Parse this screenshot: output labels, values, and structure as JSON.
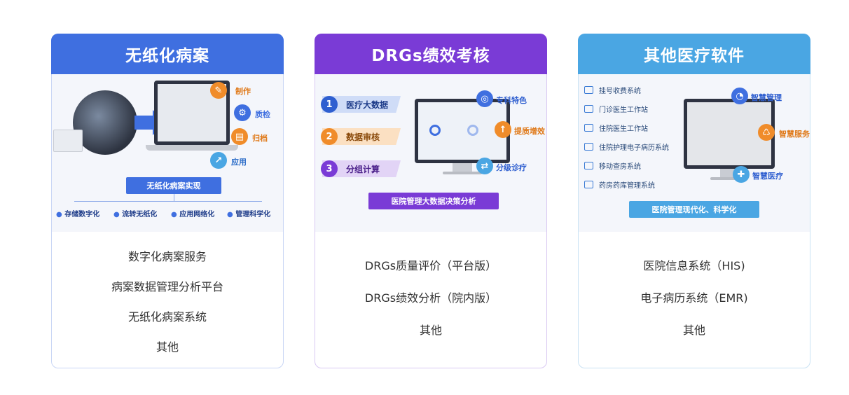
{
  "cards": [
    {
      "title": "无纸化病案",
      "illustration": {
        "tags": [
          "制作",
          "质检",
          "归档",
          "应用"
        ],
        "banner": "无纸化病案实现",
        "features": [
          "存储数字化",
          "流转无纸化",
          "应用网络化",
          "管理科学化"
        ]
      },
      "items": [
        "数字化病案服务",
        "病案数据管理分析平台",
        "无纸化病案系统",
        "其他"
      ]
    },
    {
      "title": "DRGs绩效考核",
      "illustration": {
        "steps": [
          {
            "num": "1",
            "label": "医疗大数据"
          },
          {
            "num": "2",
            "label": "数据审核"
          },
          {
            "num": "3",
            "label": "分组计算"
          }
        ],
        "tags": [
          "专科特色",
          "提质增效",
          "分级诊疗"
        ],
        "banner": "医院管理大数据决策分析"
      },
      "items": [
        "DRGs质量评价（平台版）",
        "DRGs绩效分析（院内版）",
        "其他"
      ]
    },
    {
      "title": "其他医疗软件",
      "illustration": {
        "systems": [
          "挂号收费系统",
          "门诊医生工作站",
          "住院医生工作站",
          "住院护理电子病历系统",
          "移动查房系统",
          "药房药库管理系统"
        ],
        "tags": [
          "智慧管理",
          "智慧服务",
          "智慧医疗"
        ],
        "banner": "医院管理现代化、科学化"
      },
      "items": [
        "医院信息系统（HIS)",
        "电子病历系统（EMR)",
        "其他"
      ]
    }
  ]
}
